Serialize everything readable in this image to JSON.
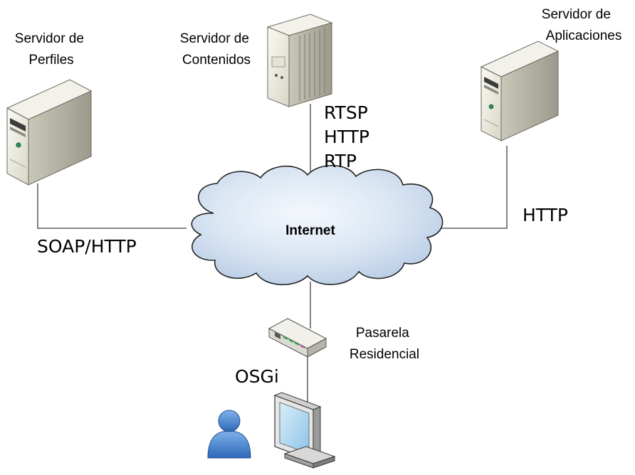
{
  "nodes": {
    "perfiles": {
      "label_lines": [
        "Servidor de",
        "Perfiles"
      ],
      "icon": "server-tower-icon"
    },
    "contenidos": {
      "label_lines": [
        "Servidor de",
        "Contenidos"
      ],
      "icon": "server-rack-icon"
    },
    "aplicaciones": {
      "label_lines": [
        "Servidor de",
        "Aplicaciones"
      ],
      "icon": "server-tower-icon"
    },
    "internet": {
      "label": "Internet",
      "icon": "cloud-icon"
    },
    "pasarela": {
      "label_lines": [
        "Pasarela",
        "Residencial"
      ],
      "icon": "router-icon"
    },
    "monitor": {
      "icon": "monitor-icon"
    },
    "user": {
      "icon": "user-icon"
    }
  },
  "protocols": {
    "contenidos": [
      "RTSP",
      "HTTP",
      "RTP"
    ],
    "perfiles": "SOAP/HTTP",
    "aplicaciones": "HTTP",
    "pasarela": "OSGi"
  },
  "colors": {
    "cloud_fill_light": "#f4f8fd",
    "cloud_fill_dark": "#b9cde6",
    "cloud_stroke": "#222222",
    "server_light": "#f6f5ee",
    "server_mid": "#d9d7c9",
    "server_dark": "#9e9c8e",
    "user_blue": "#3a78c8",
    "monitor_screen": "#a8d4ef"
  }
}
